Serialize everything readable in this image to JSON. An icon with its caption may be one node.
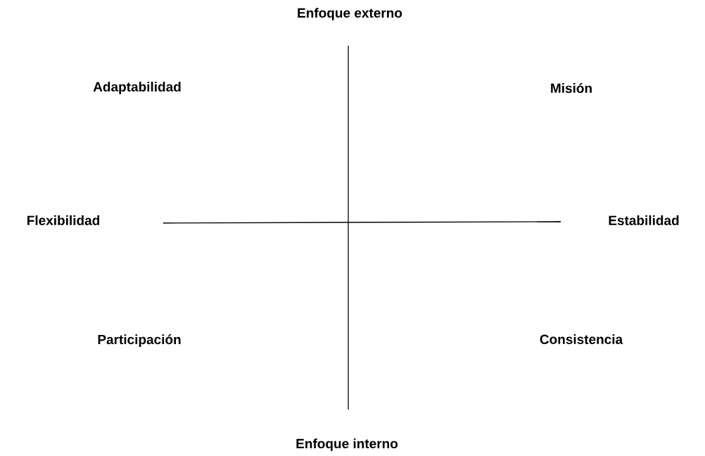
{
  "diagram": {
    "labels": [
      "Enfoque externo",
      "Adaptabilidad",
      "Misión",
      "Flexibilidad",
      "Estabilidad",
      "Participación",
      "Consistencia",
      "Enfoque interno"
    ]
  }
}
